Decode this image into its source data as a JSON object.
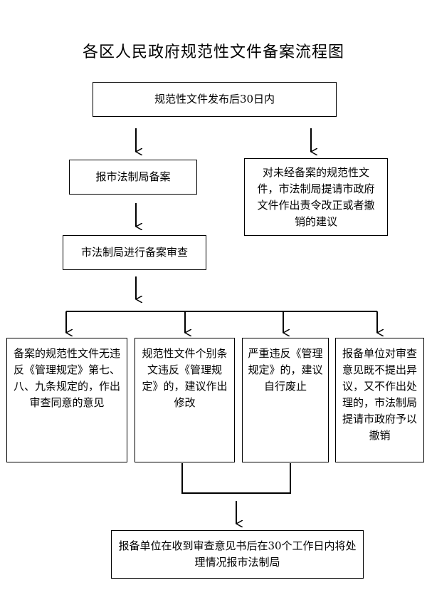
{
  "title": "各区人民政府规范性文件备案流程图",
  "boxes": {
    "publish": "规范性文件发布后30日内",
    "report": "报市法制局备案",
    "unfiled": "对未经备案的规范性文件，市法制局提请市政府文件作出责令改正或者撤销的建议",
    "review": "市法制局进行备案审查",
    "agree": "备案的规范性文件无违反《管理规定》第七、八、九条规定的，作出审查同意的意见",
    "modify": "规范性文件个别条文违反《管理规定》的，建议作出修改",
    "abolish": "严重违反《管理规定》的，建议自行废止",
    "revoke": "报备单位对审查意见既不提出异议，又不作出处理的，市法制局提请市政府予以撤销",
    "final": "报备单位在收到审查意见书后在30个工作日内将处理情况报市法制局"
  }
}
